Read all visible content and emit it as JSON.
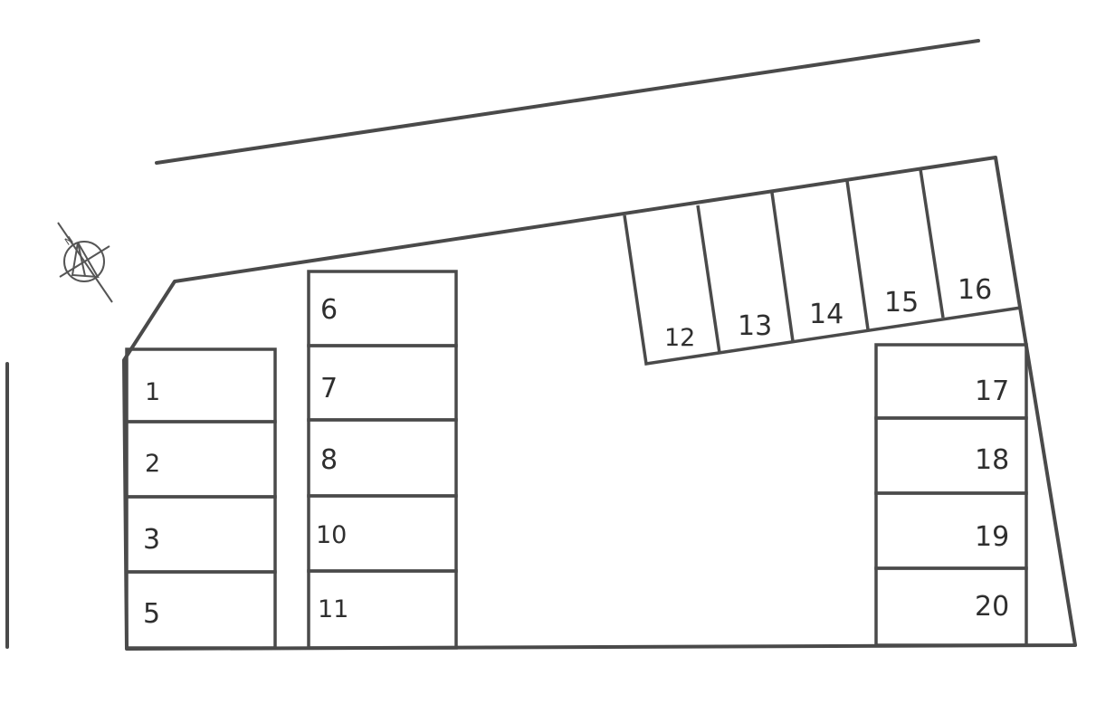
{
  "lot": {
    "spaces": [
      {
        "id": "space-1",
        "label": "1"
      },
      {
        "id": "space-2",
        "label": "2"
      },
      {
        "id": "space-3",
        "label": "3"
      },
      {
        "id": "space-5",
        "label": "5"
      },
      {
        "id": "space-6",
        "label": "6"
      },
      {
        "id": "space-7",
        "label": "7"
      },
      {
        "id": "space-8",
        "label": "8"
      },
      {
        "id": "space-10",
        "label": "10"
      },
      {
        "id": "space-11",
        "label": "11"
      },
      {
        "id": "space-12",
        "label": "12"
      },
      {
        "id": "space-13",
        "label": "13"
      },
      {
        "id": "space-14",
        "label": "14"
      },
      {
        "id": "space-15",
        "label": "15"
      },
      {
        "id": "space-16",
        "label": "16"
      },
      {
        "id": "space-17",
        "label": "17"
      },
      {
        "id": "space-18",
        "label": "18"
      },
      {
        "id": "space-19",
        "label": "19"
      },
      {
        "id": "space-20",
        "label": "20"
      }
    ]
  },
  "compass": {
    "north_label": "N"
  }
}
